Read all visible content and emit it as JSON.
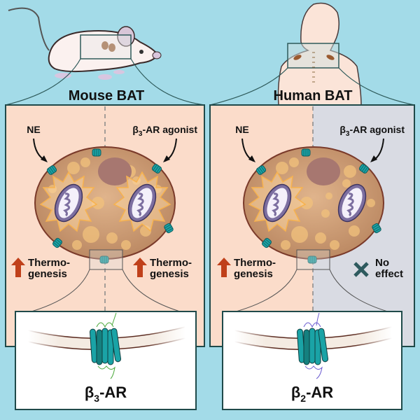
{
  "colors": {
    "background": "#a3dbe8",
    "panel_warm": "#fbdcca",
    "panel_cool": "#d9dbe3",
    "panel_border": "#1f4a4a",
    "cell_body": "#c99670",
    "cell_outline": "#7a3a2a",
    "lipid_droplet": "#f2c27c",
    "nucleus": "#a77770",
    "receptor": "#1aa3a6",
    "receptor_dark": "#0f5f60",
    "arrow_up": "#c0401a",
    "x_mark": "#2e5a5e",
    "beta3_loops": "#4aa83a",
    "beta2_loops": "#6a5ad0"
  },
  "panels": [
    {
      "id": "mouse",
      "title": "Mouse BAT",
      "organism_icon": "mouse-icon",
      "left_label": "NE",
      "right_label_prefix": "β",
      "right_label_sub": "3",
      "right_label_suffix": "-AR agonist",
      "left_outcome_line1": "Thermo-",
      "left_outcome_line2": "genesis",
      "left_outcome_icon": "up-arrow-icon",
      "right_outcome_line1": "Thermo-",
      "right_outcome_line2": "genesis",
      "right_outcome_icon": "up-arrow-icon",
      "receptor_prefix": "β",
      "receptor_sub": "3",
      "receptor_suffix": "-AR"
    },
    {
      "id": "human",
      "title": "Human BAT",
      "organism_icon": "human-torso-icon",
      "left_label": "NE",
      "right_label_prefix": "β",
      "right_label_sub": "3",
      "right_label_suffix": "-AR agonist",
      "left_outcome_line1": "Thermo-",
      "left_outcome_line2": "genesis",
      "left_outcome_icon": "up-arrow-icon",
      "right_outcome_line1": "No",
      "right_outcome_line2": "effect",
      "right_outcome_icon": "x-icon",
      "receptor_prefix": "β",
      "receptor_sub": "2",
      "receptor_suffix": "-AR"
    }
  ]
}
